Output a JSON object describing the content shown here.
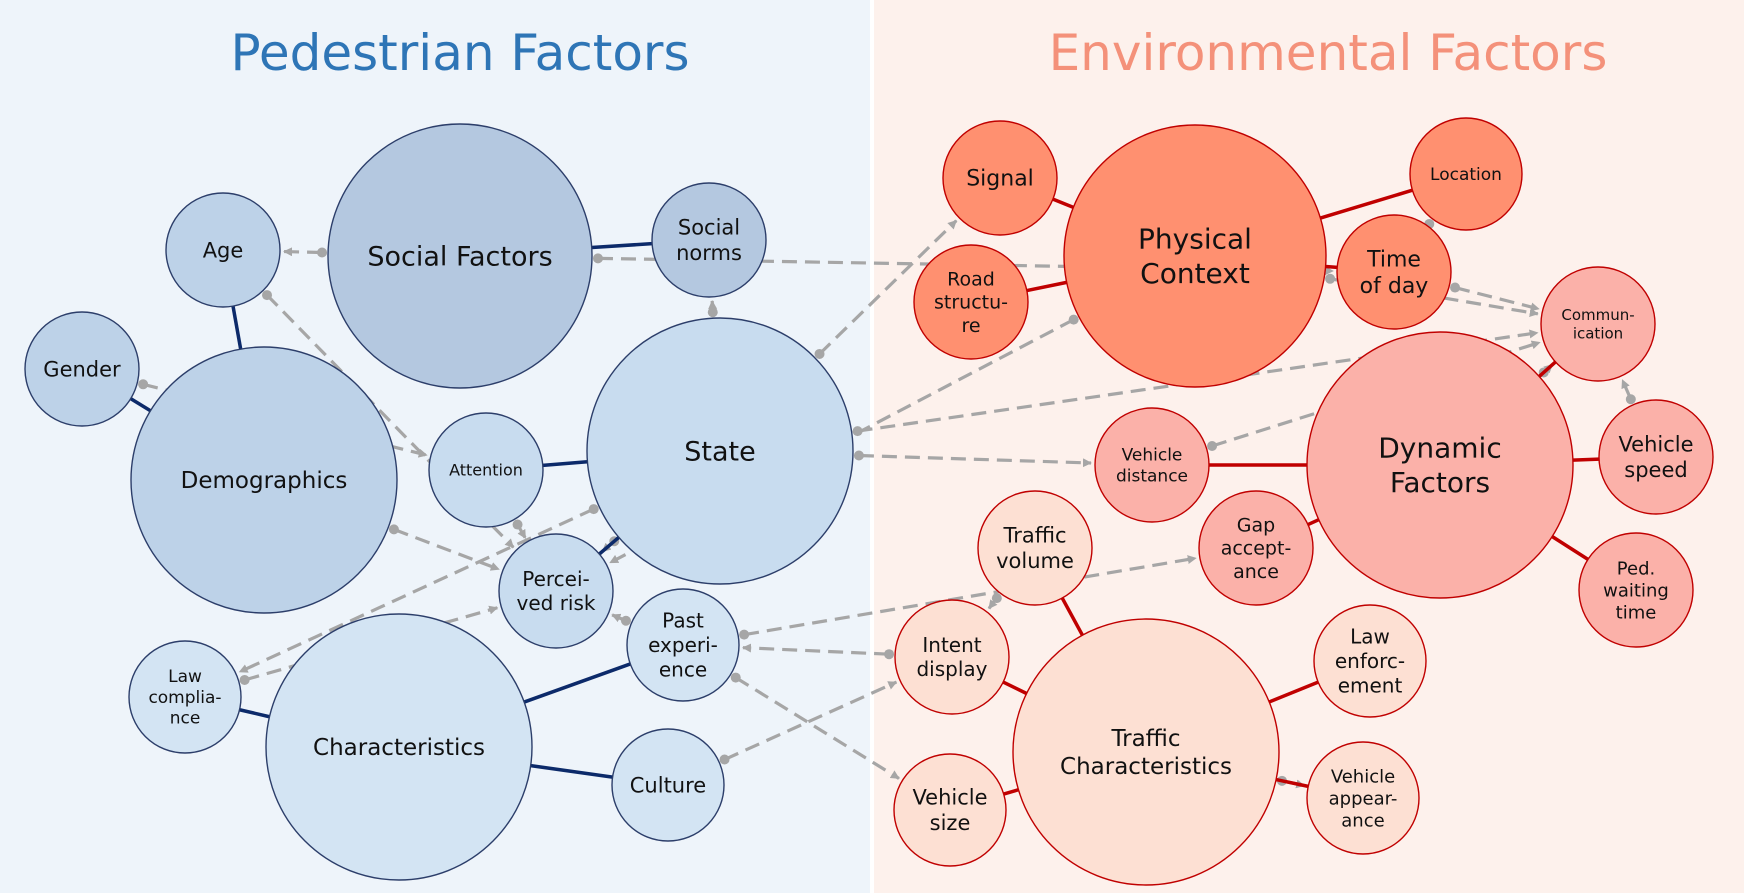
{
  "titles": {
    "left": "Pedestrian Factors",
    "right": "Environmental Factors"
  },
  "colors": {
    "left_panel": "#eef4fa",
    "right_panel": "#fdf1ec",
    "divider": "#ffffff",
    "left_title": "#2e75b6",
    "right_title": "#f4917a",
    "left_edge": "#0c2a6a",
    "right_edge": "#c00000",
    "dashed_arrow": "#a6a6a6",
    "left_stroke": "#2c3e6a",
    "right_stroke": "#c00000",
    "fill_social": "#b4c8e0",
    "fill_demographics": "#bdd2e8",
    "fill_state": "#c8dcef",
    "fill_characteristics": "#d3e4f3",
    "fill_physical": "#ff9070",
    "fill_dynamic": "#fbb1a9",
    "fill_traffic": "#fde0d3"
  },
  "nodes": {
    "social_factors": {
      "lines": [
        "Social Factors"
      ]
    },
    "social_norms": {
      "lines": [
        "Social",
        "norms"
      ]
    },
    "age": {
      "lines": [
        "Age"
      ]
    },
    "gender": {
      "lines": [
        "Gender"
      ]
    },
    "demographics": {
      "lines": [
        "Demographics"
      ]
    },
    "state": {
      "lines": [
        "State"
      ]
    },
    "attention": {
      "lines": [
        "Attention"
      ]
    },
    "perceived_risk": {
      "lines": [
        "Percei-",
        "ved risk"
      ]
    },
    "past_experience": {
      "lines": [
        "Past",
        "experi-",
        "ence"
      ]
    },
    "law_compliance": {
      "lines": [
        "Law",
        "complia-",
        "nce"
      ]
    },
    "characteristics": {
      "lines": [
        "Characteristics"
      ]
    },
    "culture": {
      "lines": [
        "Culture"
      ]
    },
    "signal": {
      "lines": [
        "Signal"
      ]
    },
    "road_structure": {
      "lines": [
        "Road",
        "structu-",
        "re"
      ]
    },
    "physical_context": {
      "lines": [
        "Physical",
        "Context"
      ]
    },
    "location": {
      "lines": [
        "Location"
      ]
    },
    "time_of_day": {
      "lines": [
        "Time",
        "of day"
      ]
    },
    "communication": {
      "lines": [
        "Commun-",
        "ication"
      ]
    },
    "dynamic_factors": {
      "lines": [
        "Dynamic",
        "Factors"
      ]
    },
    "vehicle_speed": {
      "lines": [
        "Vehicle",
        "speed"
      ]
    },
    "vehicle_distance": {
      "lines": [
        "Vehicle",
        "distance"
      ]
    },
    "gap_acceptance": {
      "lines": [
        "Gap",
        "accept-",
        "ance"
      ]
    },
    "ped_waiting_time": {
      "lines": [
        "Ped.",
        "waiting",
        "time"
      ]
    },
    "traffic_volume": {
      "lines": [
        "Traffic",
        "volume"
      ]
    },
    "intent_display": {
      "lines": [
        "Intent",
        "display"
      ]
    },
    "traffic_characteristics": {
      "lines": [
        "Traffic",
        "Characteristics"
      ]
    },
    "law_enforcement": {
      "lines": [
        "Law",
        "enforc-",
        "ement"
      ]
    },
    "vehicle_size": {
      "lines": [
        "Vehicle",
        "size"
      ]
    },
    "vehicle_appearance": {
      "lines": [
        "Vehicle",
        "appear-",
        "ance"
      ]
    }
  },
  "links": [
    {
      "from": "age",
      "to": "demographics"
    },
    {
      "from": "gender",
      "to": "demographics"
    },
    {
      "from": "social_factors",
      "to": "social_norms"
    },
    {
      "from": "attention",
      "to": "state"
    },
    {
      "from": "perceived_risk",
      "to": "state"
    },
    {
      "from": "law_compliance",
      "to": "characteristics"
    },
    {
      "from": "characteristics",
      "to": "past_experience"
    },
    {
      "from": "characteristics",
      "to": "culture"
    },
    {
      "from": "signal",
      "to": "physical_context"
    },
    {
      "from": "road_structure",
      "to": "physical_context"
    },
    {
      "from": "physical_context",
      "to": "location"
    },
    {
      "from": "physical_context",
      "to": "time_of_day"
    },
    {
      "from": "dynamic_factors",
      "to": "communication"
    },
    {
      "from": "dynamic_factors",
      "to": "vehicle_speed"
    },
    {
      "from": "dynamic_factors",
      "to": "vehicle_distance"
    },
    {
      "from": "dynamic_factors",
      "to": "gap_acceptance"
    },
    {
      "from": "dynamic_factors",
      "to": "ped_waiting_time"
    },
    {
      "from": "traffic_characteristics",
      "to": "traffic_volume"
    },
    {
      "from": "traffic_characteristics",
      "to": "intent_display"
    },
    {
      "from": "traffic_characteristics",
      "to": "law_enforcement"
    },
    {
      "from": "traffic_characteristics",
      "to": "vehicle_size"
    },
    {
      "from": "traffic_characteristics",
      "to": "vehicle_appearance"
    }
  ],
  "influences": [
    {
      "from": "social_factors",
      "to": "age"
    },
    {
      "from": "social_factors",
      "to": "time_of_day"
    },
    {
      "from": "gender",
      "to": "attention"
    },
    {
      "from": "demographics",
      "to": "perceived_risk"
    },
    {
      "from": "age",
      "to": "perceived_risk"
    },
    {
      "from": "attention",
      "to": "perceived_risk"
    },
    {
      "from": "state",
      "to": "perceived_risk"
    },
    {
      "from": "state",
      "to": "social_norms"
    },
    {
      "from": "state",
      "to": "signal"
    },
    {
      "from": "state",
      "to": "communication"
    },
    {
      "from": "state",
      "to": "vehicle_distance"
    },
    {
      "from": "state",
      "to": "law_compliance"
    },
    {
      "from": "physical_context",
      "to": "perceived_risk"
    },
    {
      "from": "physical_context",
      "to": "communication"
    },
    {
      "from": "location",
      "to": "time_of_day"
    },
    {
      "from": "time_of_day",
      "to": "communication"
    },
    {
      "from": "vehicle_distance",
      "to": "communication"
    },
    {
      "from": "dynamic_factors",
      "to": "communication"
    },
    {
      "from": "vehicle_speed",
      "to": "communication"
    },
    {
      "from": "past_experience",
      "to": "perceived_risk"
    },
    {
      "from": "past_experience",
      "to": "gap_acceptance"
    },
    {
      "from": "past_experience",
      "to": "vehicle_size"
    },
    {
      "from": "law_compliance",
      "to": "perceived_risk"
    },
    {
      "from": "culture",
      "to": "intent_display"
    },
    {
      "from": "intent_display",
      "to": "past_experience"
    },
    {
      "from": "traffic_volume",
      "to": "intent_display"
    },
    {
      "from": "traffic_characteristics",
      "to": "vehicle_appearance"
    }
  ]
}
